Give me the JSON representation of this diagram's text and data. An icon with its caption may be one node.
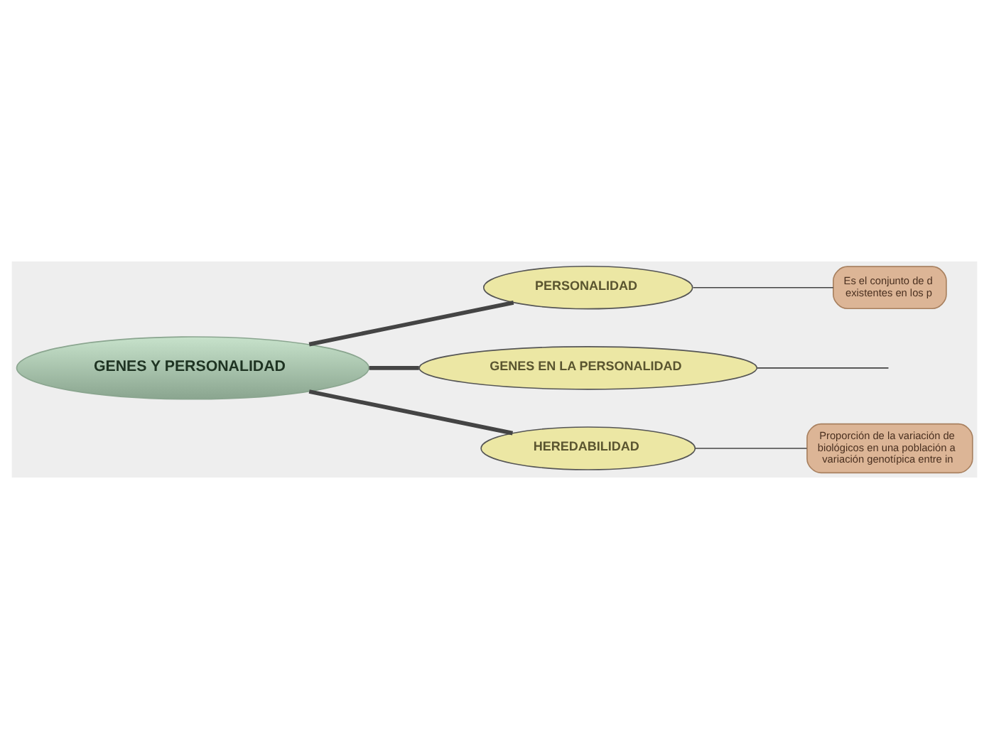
{
  "diagram": {
    "nodes": [
      {
        "text": [
          "GENES Y PERSONALIDAD"
        ]
      },
      {
        "text": [
          "PERSONALIDAD"
        ]
      },
      {
        "text": [
          "Es el conjunto de d existentes en los p"
        ]
      },
      {
        "text": [
          "GENES EN LA PERSONALIDAD"
        ]
      },
      {
        "text": [
          "HEREDABILIDAD"
        ]
      },
      {
        "text": [
          "Proporción de la variación de biológicos en una población a variación genotípica entre in"
        ]
      }
    ],
    "edges": [
      {
        "from": 0,
        "to": 1,
        "arrow": "none",
        "style": "thick"
      },
      {
        "from": 0,
        "to": 3,
        "arrow": "none",
        "style": "thick"
      },
      {
        "from": 0,
        "to": 4,
        "arrow": "none",
        "style": "thick"
      },
      {
        "from": 1,
        "to": 2,
        "arrow": "none"
      },
      {
        "from": 3,
        "to": null,
        "arrow": "none"
      },
      {
        "from": 4,
        "to": 5,
        "arrow": "none"
      }
    ]
  }
}
